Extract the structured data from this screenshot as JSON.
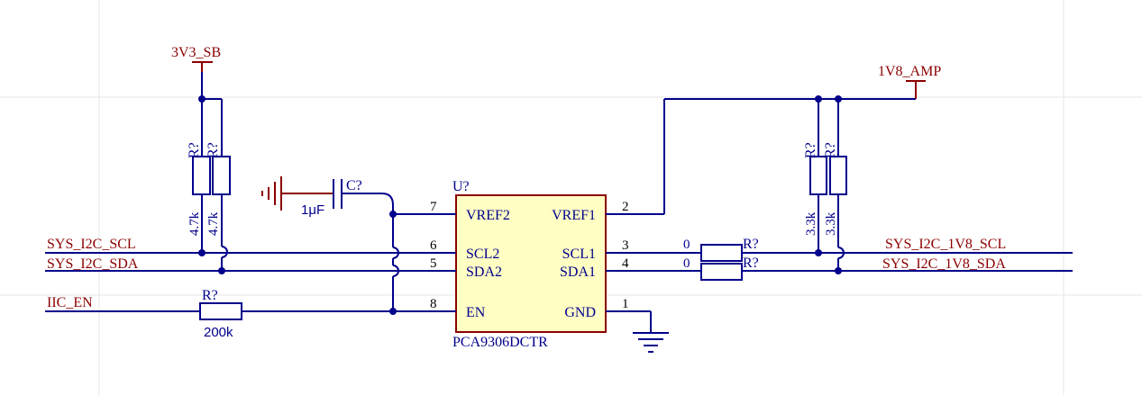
{
  "power_nets": {
    "left_rail": "3V3_SB",
    "right_rail": "1V8_AMP"
  },
  "net_labels": {
    "sys_scl": "SYS_I2C_SCL",
    "sys_sda": "SYS_I2C_SDA",
    "iic_en": "IIC_EN",
    "scl_1v8": "SYS_I2C_1V8_SCL",
    "sda_1v8": "SYS_I2C_1V8_SDA"
  },
  "ic": {
    "ref": "U?",
    "part": "PCA9306DCTR",
    "pins": [
      {
        "num": "7",
        "name": "VREF2"
      },
      {
        "num": "6",
        "name": "SCL2"
      },
      {
        "num": "5",
        "name": "SDA2"
      },
      {
        "num": "8",
        "name": "EN"
      },
      {
        "num": "2",
        "name": "VREF1"
      },
      {
        "num": "3",
        "name": "SCL1"
      },
      {
        "num": "4",
        "name": "SDA1"
      },
      {
        "num": "1",
        "name": "GND"
      }
    ]
  },
  "components": {
    "pullup_left_1": {
      "ref": "R?",
      "value": "4.7k"
    },
    "pullup_left_2": {
      "ref": "R?",
      "value": "4.7k"
    },
    "pullup_right_1": {
      "ref": "R?",
      "value": "3.3k"
    },
    "pullup_right_2": {
      "ref": "R?",
      "value": "3.3k"
    },
    "series_scl": {
      "ref": "R?",
      "value": "0"
    },
    "series_sda": {
      "ref": "R?",
      "value": "0"
    },
    "en_resistor": {
      "ref": "R?",
      "value": "200k"
    },
    "capacitor": {
      "ref": "C?",
      "value": "1μF"
    }
  },
  "colors": {
    "wire": "#00008b",
    "net_label": "#8b0000",
    "chip_fill": "#ffffc4",
    "chip_border": "#8b0000"
  }
}
